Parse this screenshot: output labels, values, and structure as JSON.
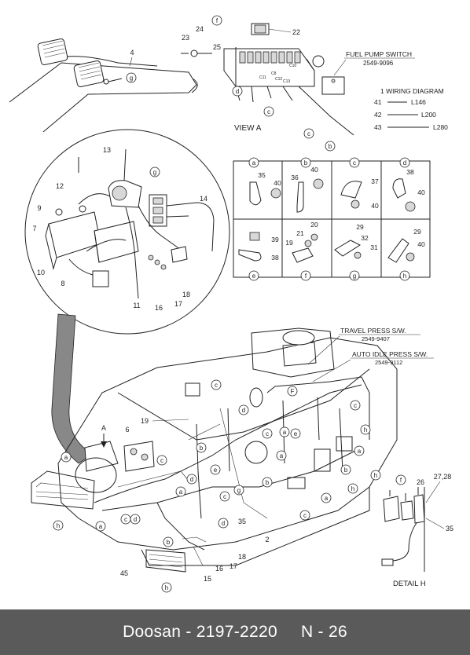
{
  "footer": {
    "doc": "Doosan - 2197-2220",
    "page": "N - 26"
  },
  "labels": {
    "fuel_pump_switch": "FUEL PUMP SWITCH",
    "fuel_pump_switch_pn": "2549-9096",
    "wiring_diagram": "1  WIRING DIAGRAM",
    "w41": "41",
    "w42": "42",
    "w43": "43",
    "l146": "L146",
    "l200": "L200",
    "l280": "L280",
    "view_a": "VIEW  A",
    "travel_press": "TRAVEL PRESS S/W.",
    "travel_press_pn": "2549-9407",
    "auto_idle": "AUTO IDLE PRESS S/W.",
    "auto_idle_pn": "2549-9112",
    "detail_h": "DETAIL  H",
    "arrow_a": "A"
  },
  "clip_table": {
    "headers": [
      "a",
      "b",
      "c",
      "d",
      "e",
      "f",
      "g",
      "h"
    ],
    "nums": {
      "a35": "35",
      "a40": "40",
      "b36": "36",
      "b40": "40",
      "c37": "37",
      "c40": "40",
      "d38": "38",
      "d40": "40",
      "e39": "39",
      "e38": "38",
      "f20": "20",
      "f21": "21",
      "f19": "19",
      "g29": "29",
      "g32": "32",
      "g31": "31",
      "h29": "29",
      "h40": "40"
    }
  },
  "part_numbers": {
    "p2": "2",
    "p4": "4",
    "p6": "6",
    "p7": "7",
    "p8": "8",
    "p9": "9",
    "p10": "10",
    "p11": "11",
    "p12": "12",
    "p13": "13",
    "p14": "14",
    "p15": "15",
    "p16": "16",
    "p17": "17",
    "p18": "18",
    "p19": "19",
    "p22": "22",
    "p23": "23",
    "p24": "24",
    "p25": "25",
    "p26": "26",
    "p2728": "27,28",
    "p35": "35",
    "p45": "45",
    "p16b": "16",
    "p17b": "17",
    "p18b": "18",
    "p35b": "35",
    "p35c": "35"
  },
  "fuse_labels": {
    "c8": "C8",
    "c10": "C10",
    "c11": "C11",
    "c12": "C12",
    "c13": "C13"
  }
}
